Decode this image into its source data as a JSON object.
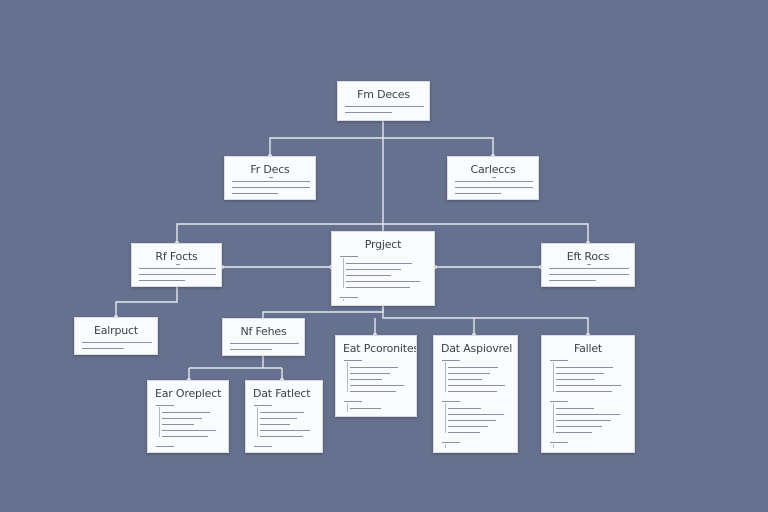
{
  "diagram": {
    "nodes": [
      {
        "id": "root",
        "title": "Fm Deces"
      },
      {
        "id": "left1",
        "title": "Fr Decs"
      },
      {
        "id": "right1",
        "title": "Carleccs"
      },
      {
        "id": "left2",
        "title": "Rf Focts"
      },
      {
        "id": "center",
        "title": "Prgject"
      },
      {
        "id": "right2",
        "title": "Eft Rocs"
      },
      {
        "id": "farleft",
        "title": "Ealrpuct"
      },
      {
        "id": "mid",
        "title": "Nf Fehes"
      },
      {
        "id": "b1",
        "title": "Eat Pcoronites"
      },
      {
        "id": "b2",
        "title": "Dat Aspiovrel"
      },
      {
        "id": "b3",
        "title": "Fallet"
      },
      {
        "id": "b4",
        "title": "Ear Oreplect"
      },
      {
        "id": "b5",
        "title": "Dat Fatlect"
      }
    ],
    "colors": {
      "background": "#66718f",
      "box": "#fafbfc",
      "connector": "#e6e8ee"
    }
  }
}
